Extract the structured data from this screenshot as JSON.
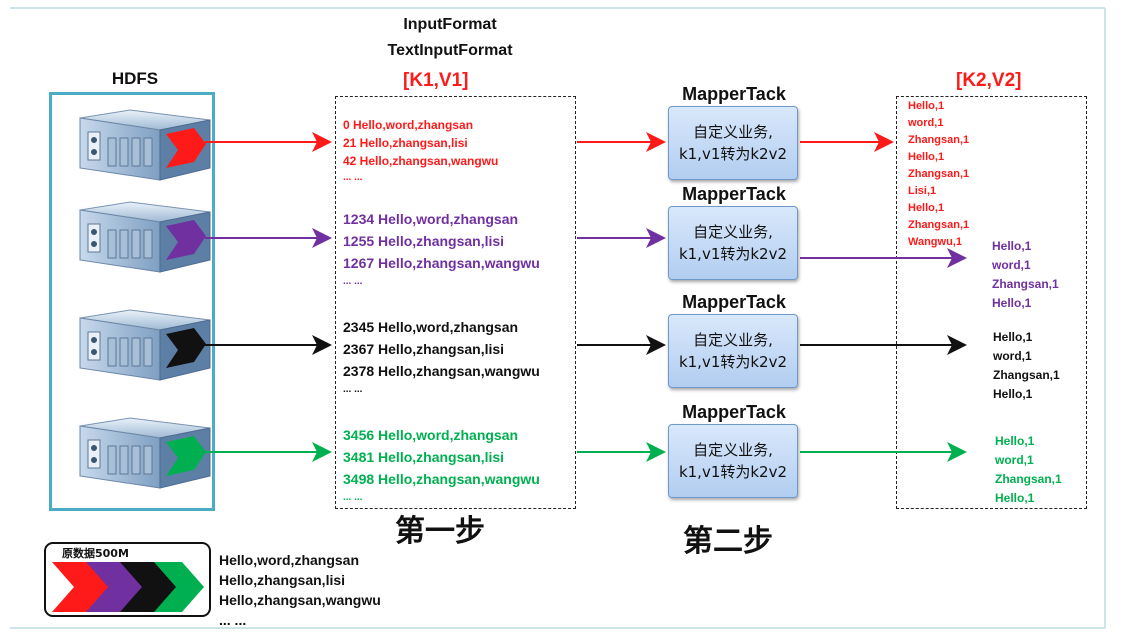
{
  "colors": {
    "red": "#ff1a1a",
    "purple": "#7030a0",
    "black": "#111111",
    "green": "#00b050",
    "hdfs_border": "#4bacc6",
    "mapper_border": "#6e99c8"
  },
  "header": {
    "input_format": "InputFormat",
    "text_input_format": "TextInputFormat",
    "k1v1": "[K1,V1]",
    "k2v2": "[K2,V2]",
    "hdfs": "HDFS"
  },
  "input_rows": [
    {
      "color": "red",
      "lines": [
        "0  Hello,word,zhangsan",
        "21  Hello,zhangsan,lisi",
        "42  Hello,zhangsan,wangwu"
      ],
      "ellipsis": "... ..."
    },
    {
      "color": "purple",
      "lines": [
        "1234  Hello,word,zhangsan",
        "1255  Hello,zhangsan,lisi",
        "1267  Hello,zhangsan,wangwu"
      ],
      "ellipsis": "... ..."
    },
    {
      "color": "black",
      "lines": [
        "2345  Hello,word,zhangsan",
        "2367  Hello,zhangsan,lisi",
        "2378  Hello,zhangsan,wangwu"
      ],
      "ellipsis": "... ..."
    },
    {
      "color": "green",
      "lines": [
        "3456  Hello,word,zhangsan",
        "3481  Hello,zhangsan,lisi",
        "3498  Hello,zhangsan,wangwu"
      ],
      "ellipsis": "... ..."
    }
  ],
  "mappers": [
    {
      "title": "MapperTack",
      "line1": "自定义业务,",
      "line2": "k1,v1转为k2v2"
    },
    {
      "title": "MapperTack",
      "line1": "自定义业务,",
      "line2": "k1,v1转为k2v2"
    },
    {
      "title": "MapperTack",
      "line1": "自定义业务,",
      "line2": "k1,v1转为k2v2"
    },
    {
      "title": "MapperTack",
      "line1": "自定义业务,",
      "line2": "k1,v1转为k2v2"
    }
  ],
  "outputs": [
    {
      "color": "red",
      "lines": [
        "Hello,1",
        "word,1",
        "Zhangsan,1",
        "Hello,1",
        "Zhangsan,1",
        "Lisi,1",
        "Hello,1",
        "Zhangsan,1",
        "Wangwu,1"
      ]
    },
    {
      "color": "purple",
      "lines": [
        "Hello,1",
        "word,1",
        "Zhangsan,1",
        "Hello,1"
      ]
    },
    {
      "color": "black",
      "lines": [
        "Hello,1",
        "word,1",
        "Zhangsan,1",
        "Hello,1"
      ]
    },
    {
      "color": "green",
      "lines": [
        "Hello,1",
        "word,1",
        "Zhangsan,1",
        "Hello,1"
      ]
    }
  ],
  "steps": {
    "step1": "第一步",
    "step2": "第二步"
  },
  "legend": {
    "title": "原数据500M",
    "lines": [
      "Hello,word,zhangsan",
      "Hello,zhangsan,lisi",
      "Hello,zhangsan,wangwu",
      "... ..."
    ]
  }
}
